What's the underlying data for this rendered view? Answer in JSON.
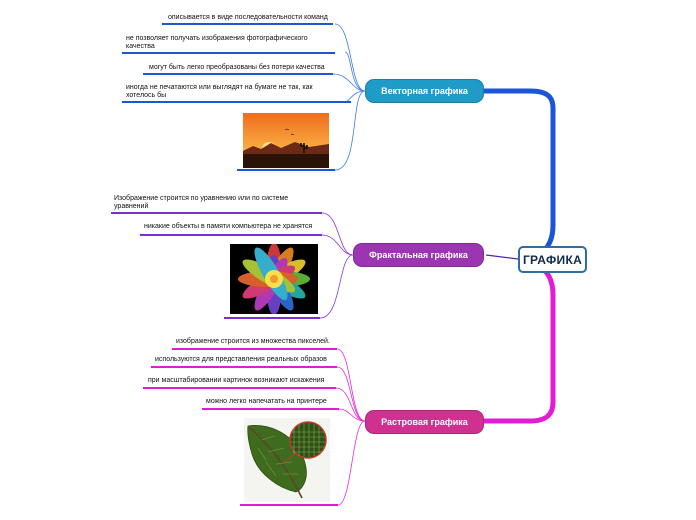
{
  "central": {
    "label": "ГРАФИКА"
  },
  "branches": [
    {
      "label": "Векторная графика",
      "color": "#1f9bc8",
      "line_color": "#1a56d6",
      "items": [
        "описывается в виде последовательности команд",
        "не позволяет получать изображения фотографического качества",
        "могут быть легко преобразованы без потери качества",
        "иногда не печатаются или выглядят на бумаге не так, как хотелось бы"
      ],
      "image": "sunset-image"
    },
    {
      "label": "Фрактальная графика",
      "color": "#9b35b2",
      "line_color": "#7a2fd1",
      "items": [
        "Изображение строится по уравнению или по системе уравнений",
        "никакие объекты в памяти компьютера не хранятся"
      ],
      "image": "fractal-image"
    },
    {
      "label": "Растровая графика",
      "color": "#d0308f",
      "line_color": "#e31bd6",
      "items": [
        "изображение строится из множества пикселей.",
        "используются для представления реальных образов",
        "при масштабировании картинок возникают искажения",
        "можно легко напечатать на принтере"
      ],
      "image": "leaf-image"
    }
  ]
}
